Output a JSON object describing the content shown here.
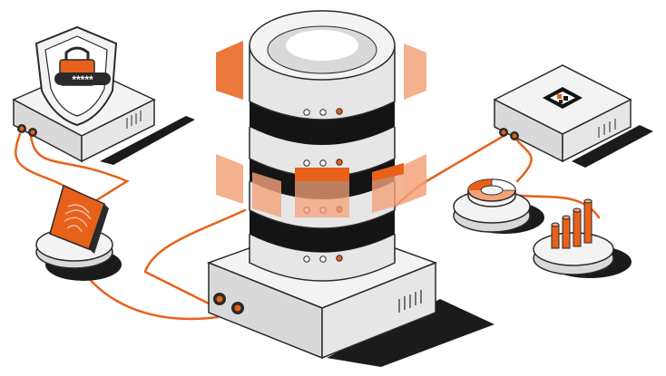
{
  "colors": {
    "accent": "#e8611a",
    "accent_light": "#f3a27a",
    "panel": "#f3f3f3",
    "panel_side": "#d9d9d9",
    "outline": "#2a2a2a",
    "dark": "#141414",
    "shadow": "#1b1b1b"
  },
  "icons": {
    "padlock_dots": "*****",
    "server_leds": [
      "white",
      "white",
      "orange"
    ]
  },
  "scene": {
    "central": "database-stack",
    "satellites": [
      "security-shield-server",
      "qr-code-server",
      "fingerprint-chip-disc",
      "donut-chart-disc",
      "bar-chart-disc"
    ]
  }
}
